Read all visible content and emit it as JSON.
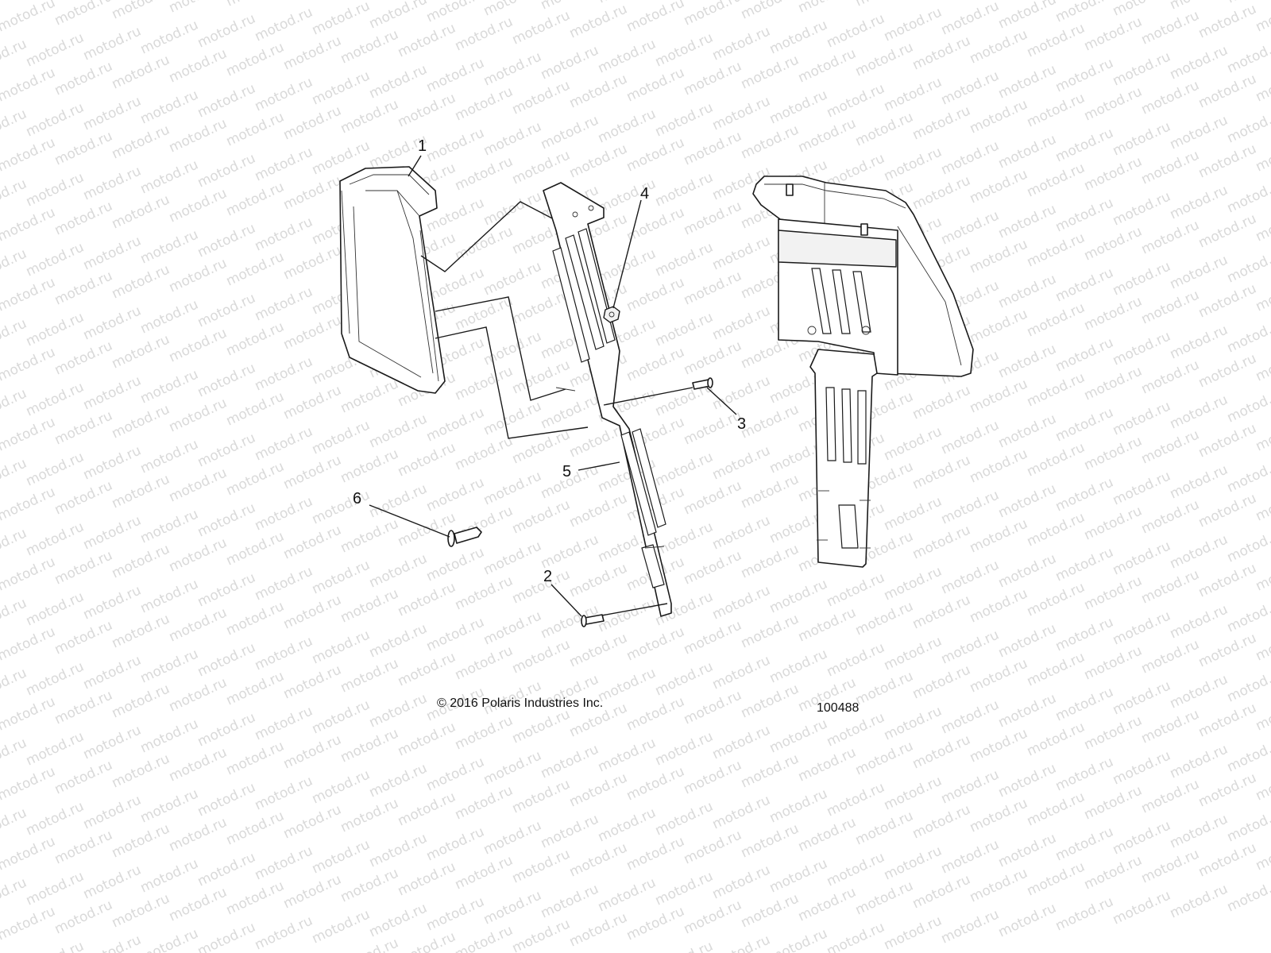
{
  "watermark": {
    "text": "motod.ru",
    "color": "#d9d9d9"
  },
  "callouts": [
    {
      "id": "1",
      "label": "1"
    },
    {
      "id": "2",
      "label": "2"
    },
    {
      "id": "3",
      "label": "3"
    },
    {
      "id": "4",
      "label": "4"
    },
    {
      "id": "5",
      "label": "5"
    },
    {
      "id": "6",
      "label": "6"
    }
  ],
  "caption": {
    "copyright": "© 2016 Polaris Industries Inc.",
    "figure_number": "100488"
  }
}
